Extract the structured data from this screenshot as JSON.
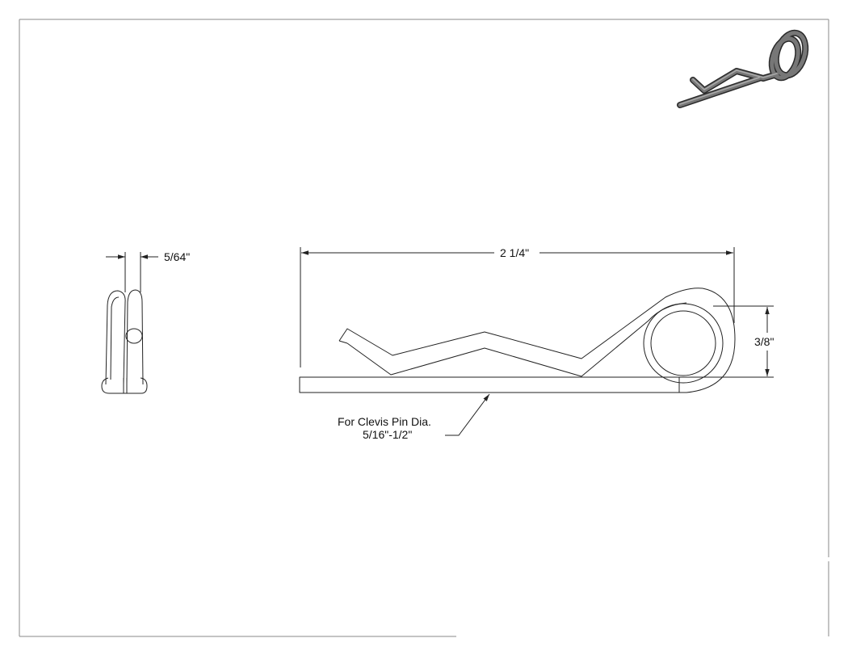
{
  "drawing": {
    "dimensions": {
      "thickness": "5/64\"",
      "length": "2 1/4\"",
      "height": "3/8\""
    },
    "note": {
      "line1": "For Clevis Pin Dia.",
      "line2": "5/16\"-1/2\""
    },
    "colors": {
      "line": "#222222",
      "iso_body": "#6e6e6e",
      "iso_edge": "#2a2a2a"
    }
  }
}
